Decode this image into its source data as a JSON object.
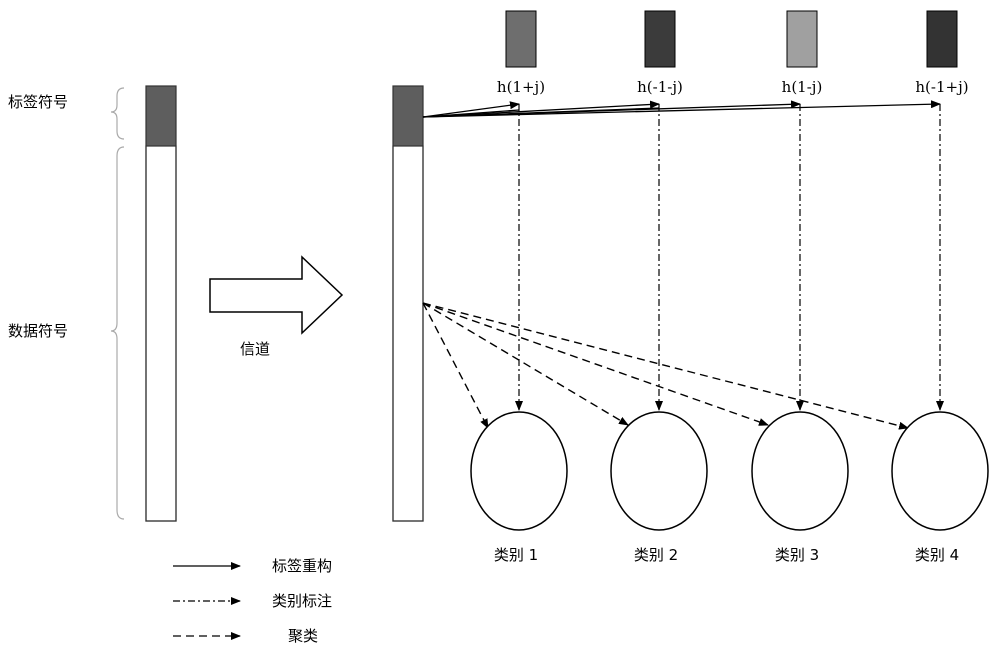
{
  "left_labels": {
    "label_symbol": "标签符号",
    "data_symbol": "数据符号"
  },
  "channel": "信道",
  "constellation": [
    {
      "label": "h(1+j)",
      "color": "#6e6e6e"
    },
    {
      "label": "h(-1-j)",
      "color": "#3b3b3b"
    },
    {
      "label": "h(1-j)",
      "color": "#a0a0a0"
    },
    {
      "label": "h(-1+j)",
      "color": "#333333"
    }
  ],
  "label_block_color": "#5e5e5e",
  "classes": [
    "类别 1",
    "类别 2",
    "类别 3",
    "类别 4"
  ],
  "legend": [
    {
      "style": "solid",
      "label": "标签重构"
    },
    {
      "style": "dashdot",
      "label": "类别标注"
    },
    {
      "style": "dashed",
      "label": "聚类"
    }
  ]
}
